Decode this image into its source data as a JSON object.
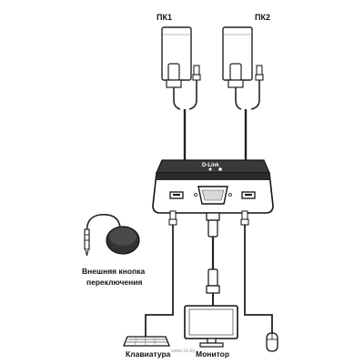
{
  "labels": {
    "pc1": "ПК1",
    "pc2": "ПК2",
    "brand": "D-Link",
    "external_button_line1": "Внешняя кнопка",
    "external_button_line2": "переключения",
    "keyboard": "Клавиатура",
    "monitor": "Монитор",
    "watermark": "www.1k.by"
  },
  "colors": {
    "line": "#222222",
    "device_fill": "#ffffff",
    "switch_body": "#2b2b2b",
    "button_fill": "#3a3a3a"
  }
}
